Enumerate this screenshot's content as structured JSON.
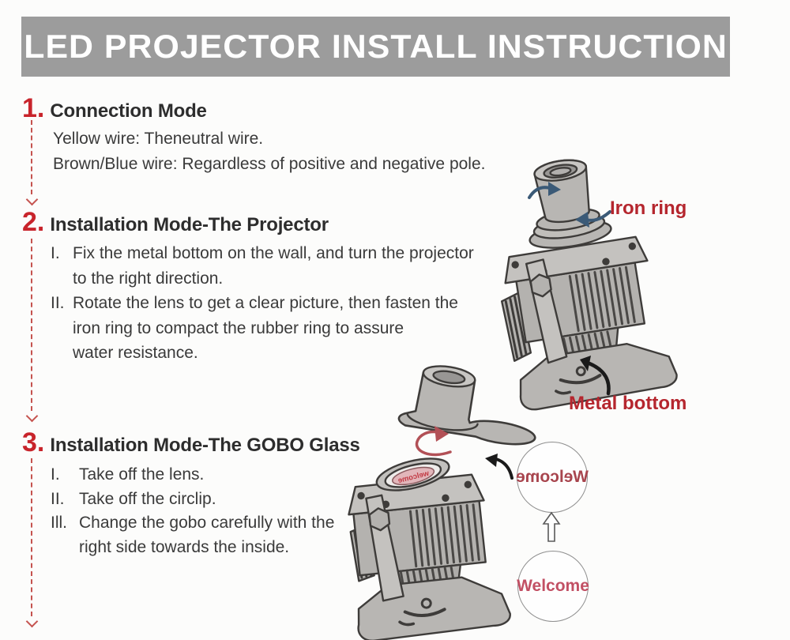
{
  "header": {
    "title": "LED PROJECTOR INSTALL INSTRUCTION"
  },
  "colors": {
    "header_bg": "#9c9c9c",
    "header_text": "#ffffff",
    "section_number_red": "#c8242b",
    "label_red": "#b5262e",
    "body_text": "#3a3a3a",
    "flow_line_red": "#c5534f",
    "diagram_gray": "#b8b6b3",
    "diagram_outline": "#3e3c3a",
    "arrow_blue": "#3b5a77",
    "welcome_mirrored": "#a8454e",
    "welcome_normal": "#c25064"
  },
  "sections": [
    {
      "number": "1.",
      "title": "Connection Mode",
      "lines": [
        "Yellow wire: Theneutral wire.",
        "Brown/Blue wire: Regardless of positive and negative pole."
      ]
    },
    {
      "number": "2.",
      "title": "Installation Mode-The Projector",
      "items": [
        {
          "marker": "I.",
          "lines": [
            "Fix the metal bottom on the wall, and turn the projector",
            "to the right direction."
          ]
        },
        {
          "marker": "II.",
          "lines": [
            "Rotate the lens to get a clear picture, then fasten the",
            "iron ring to compact the rubber ring to assure",
            "water resistance."
          ]
        }
      ]
    },
    {
      "number": "3.",
      "title": "Installation Mode-The GOBO Glass",
      "items": [
        {
          "marker": "I.",
          "lines": [
            "Take off the lens."
          ]
        },
        {
          "marker": "II.",
          "lines": [
            "Take off the circlip."
          ]
        },
        {
          "marker": "Ill.",
          "lines": [
            "Change the gobo carefully with the",
            "right side towards the inside."
          ]
        }
      ]
    }
  ],
  "diagram": {
    "iron_ring_label": "Iron ring",
    "metal_bottom_label": "Metal bottom",
    "gobo_plate_text": "welcome",
    "gobo_preview_mirrored": "Welcome",
    "gobo_preview_normal": "Welcome"
  }
}
